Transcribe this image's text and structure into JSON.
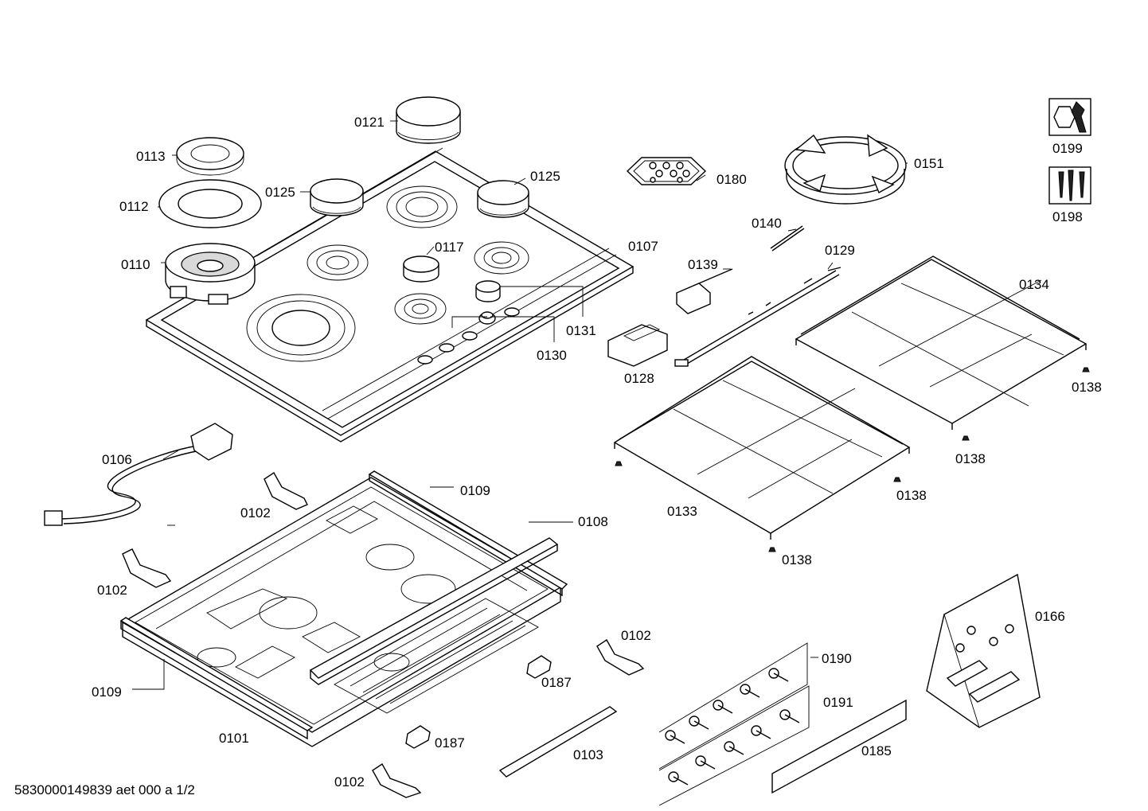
{
  "footer": {
    "document_id": "5830000149839 aet 000 a 1/2"
  },
  "labels": {
    "p0101": "0101",
    "p0102a": "0102",
    "p0102b": "0102",
    "p0102c": "0102",
    "p0102d": "0102",
    "p0103": "0103",
    "p0106": "0106",
    "p0107": "0107",
    "p0108": "0108",
    "p0109a": "0109",
    "p0109b": "0109",
    "p0110": "0110",
    "p0112": "0112",
    "p0113": "0113",
    "p0117": "0117",
    "p0121": "0121",
    "p0125a": "0125",
    "p0125b": "0125",
    "p0128": "0128",
    "p0129": "0129",
    "p0130": "0130",
    "p0131": "0131",
    "p0133": "0133",
    "p0134": "0134",
    "p0138a": "0138",
    "p0138b": "0138",
    "p0138c": "0138",
    "p0138d": "0138",
    "p0139": "0139",
    "p0140": "0140",
    "p0151": "0151",
    "p0166": "0166",
    "p0180": "0180",
    "p0185": "0185",
    "p0187a": "0187",
    "p0187b": "0187",
    "p0190": "0190",
    "p0191": "0191",
    "p0198": "0198",
    "p0199": "0199"
  },
  "icons": {
    "service_tools": "wrench-nut-icon",
    "screws_set": "screws-icon"
  }
}
